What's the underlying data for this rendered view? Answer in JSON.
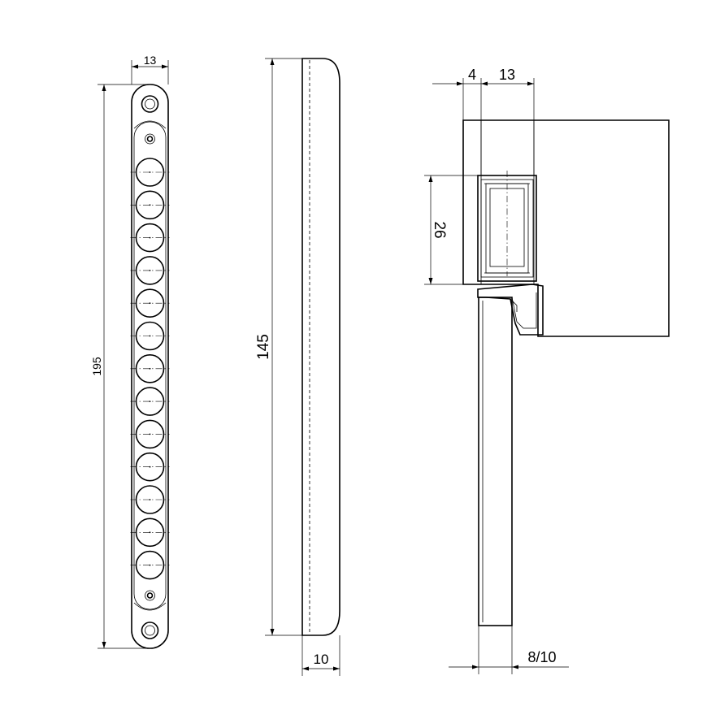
{
  "dimensions": {
    "width_13_front": "13",
    "length_195": "195",
    "length_145": "145",
    "thickness_10": "10",
    "offset_4": "4",
    "width_13_section": "13",
    "height_26": "26",
    "gap_8_10": "8/10"
  },
  "colors": {
    "line": "#000000",
    "background": "#ffffff"
  }
}
